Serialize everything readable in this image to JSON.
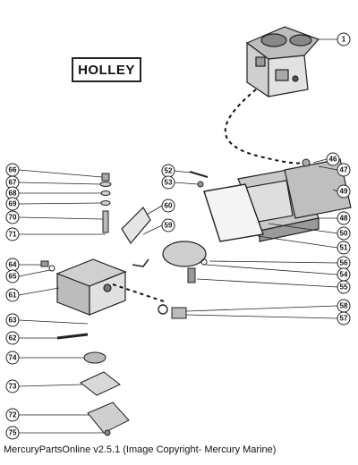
{
  "brand_label": "HOLLEY",
  "footer_text": "MercuryPartsOnline v2.5.1 (Image Copyright- Mercury Marine)",
  "callouts_right": [
    "1",
    "46",
    "47",
    "49",
    "48",
    "50",
    "51",
    "56",
    "54",
    "55",
    "58",
    "57"
  ],
  "callouts_left": [
    "66",
    "67",
    "68",
    "69",
    "70",
    "71",
    "64",
    "65",
    "61",
    "63",
    "62",
    "74",
    "73",
    "72",
    "75"
  ],
  "callouts_mid": [
    "52",
    "53",
    "60",
    "59"
  ]
}
